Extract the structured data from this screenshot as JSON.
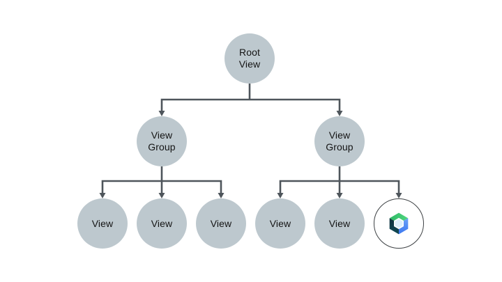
{
  "diagram": {
    "type": "tree",
    "description": "View hierarchy tree: a root view containing two view groups; the left group holds three views, the right group holds two views and one Jetpack Compose element",
    "nodes": {
      "root": {
        "label": "Root\nView"
      },
      "group_left": {
        "label": "View\nGroup"
      },
      "group_right": {
        "label": "View\nGroup"
      },
      "view_1": {
        "label": "View"
      },
      "view_2": {
        "label": "View"
      },
      "view_3": {
        "label": "View"
      },
      "view_4": {
        "label": "View"
      },
      "view_5": {
        "label": "View"
      },
      "compose": {
        "label": "",
        "icon": "jetpack-compose-icon"
      }
    },
    "edges": [
      [
        "root",
        "group_left"
      ],
      [
        "root",
        "group_right"
      ],
      [
        "group_left",
        "view_1"
      ],
      [
        "group_left",
        "view_2"
      ],
      [
        "group_left",
        "view_3"
      ],
      [
        "group_right",
        "view_4"
      ],
      [
        "group_right",
        "view_5"
      ],
      [
        "group_right",
        "compose"
      ]
    ]
  },
  "colors": {
    "background": "#ffffff",
    "node_fill": "#bdc8ce",
    "node_text": "#141414",
    "connector": "#4e555b",
    "compose_border": "#3c4043",
    "logo_green_a": "#2eb966",
    "logo_green_b": "#4fd57f",
    "logo_blue_a": "#6aa2f8",
    "logo_blue_b": "#3c78f0",
    "logo_navy_a": "#12303e",
    "logo_navy_b": "#0f4954",
    "logo_teal": "#27a389",
    "logo_inner": "#ddeffb"
  }
}
